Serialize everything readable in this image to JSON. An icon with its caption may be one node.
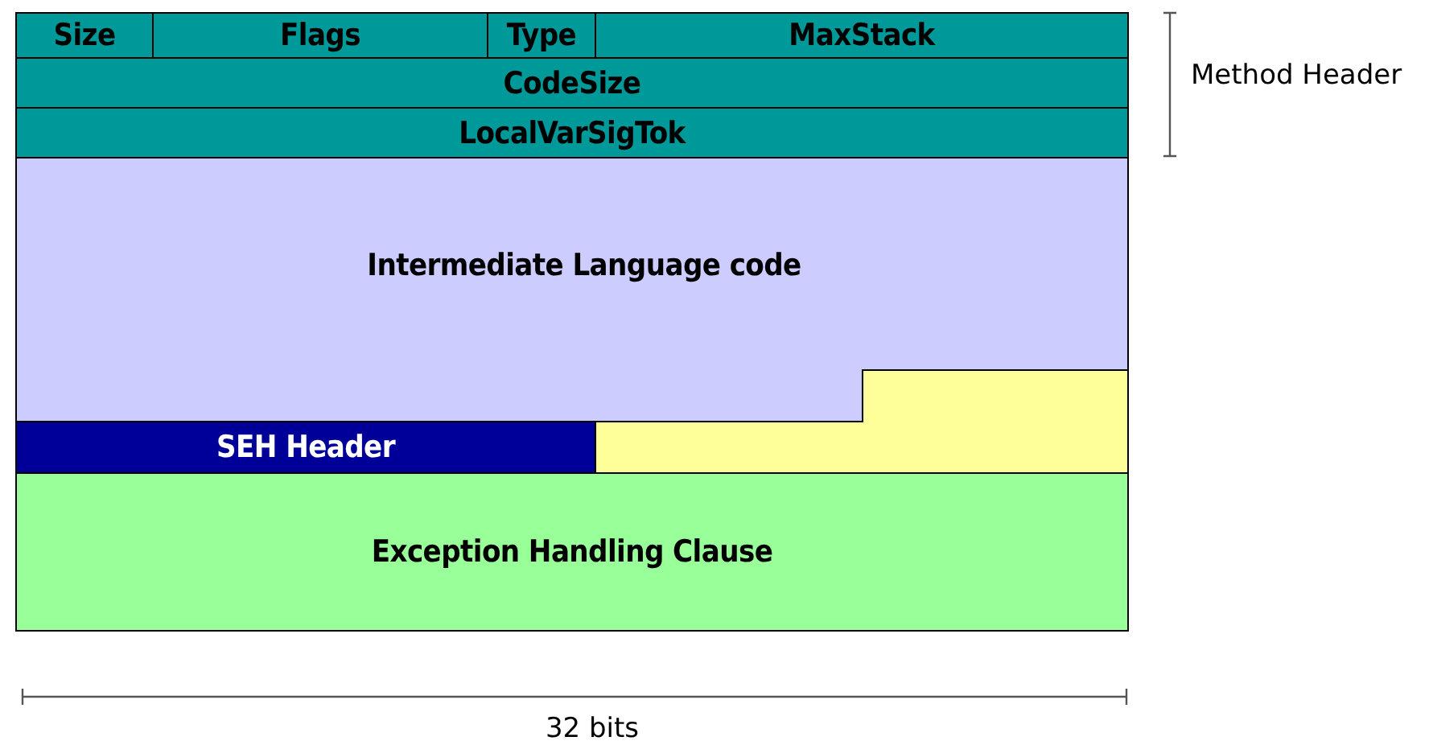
{
  "diagram": {
    "nodes": [
      {
        "text": [
          "Size"
        ]
      },
      {
        "text": [
          "Flags"
        ]
      },
      {
        "text": [
          "Type"
        ]
      },
      {
        "text": [
          "MaxStack"
        ]
      },
      {
        "text": [
          "CodeSize"
        ]
      },
      {
        "text": [
          "LocalVarSigTok"
        ]
      },
      {
        "text": [
          "Intermediate Language code"
        ]
      },
      {
        "text": [
          "SEH Header"
        ]
      },
      {
        "text": [],
        "shape": "box"
      },
      {
        "text": [
          "Exception Handling Clause"
        ]
      }
    ],
    "edges": [],
    "labels": [
      "Method Header",
      "32 bits"
    ]
  }
}
